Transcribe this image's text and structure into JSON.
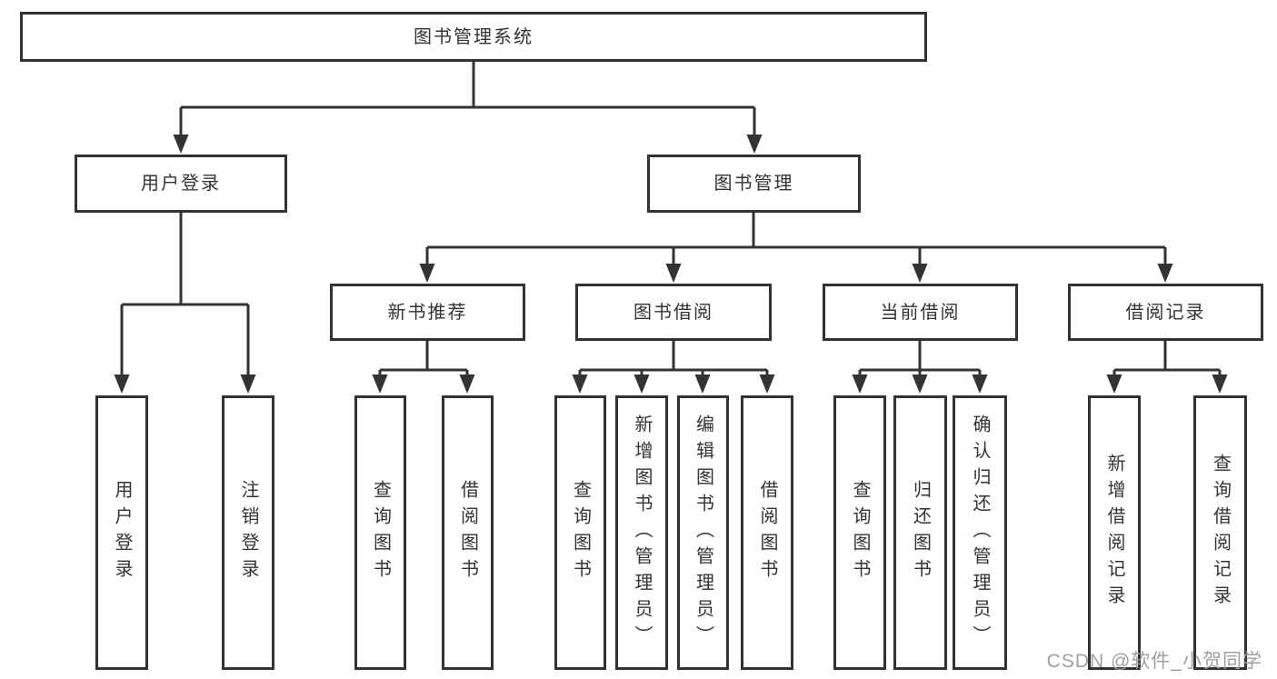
{
  "tree": {
    "root": "图书管理系统",
    "children": [
      {
        "label": "用户登录",
        "children": [
          "用户登录",
          "注销登录"
        ]
      },
      {
        "label": "图书管理",
        "children": [
          {
            "label": "新书推荐",
            "children": [
              "查询图书",
              "借阅图书"
            ]
          },
          {
            "label": "图书借阅",
            "children": [
              "查询图书",
              "新增图书（管理员）",
              "编辑图书（管理员）",
              "借阅图书"
            ]
          },
          {
            "label": "当前借阅",
            "children": [
              "查询图书",
              "归还图书",
              "确认归还（管理员）"
            ]
          },
          {
            "label": "借阅记录",
            "children": [
              "新增借阅记录",
              "查询借阅记录"
            ]
          }
        ]
      }
    ]
  },
  "watermark": {
    "text": "CSDN @软件_小贺同学"
  },
  "colors": {
    "line": "#333333",
    "box_border": "#333333",
    "text": "#333333",
    "background": "#ffffff",
    "watermark": "#a0a0a0"
  }
}
